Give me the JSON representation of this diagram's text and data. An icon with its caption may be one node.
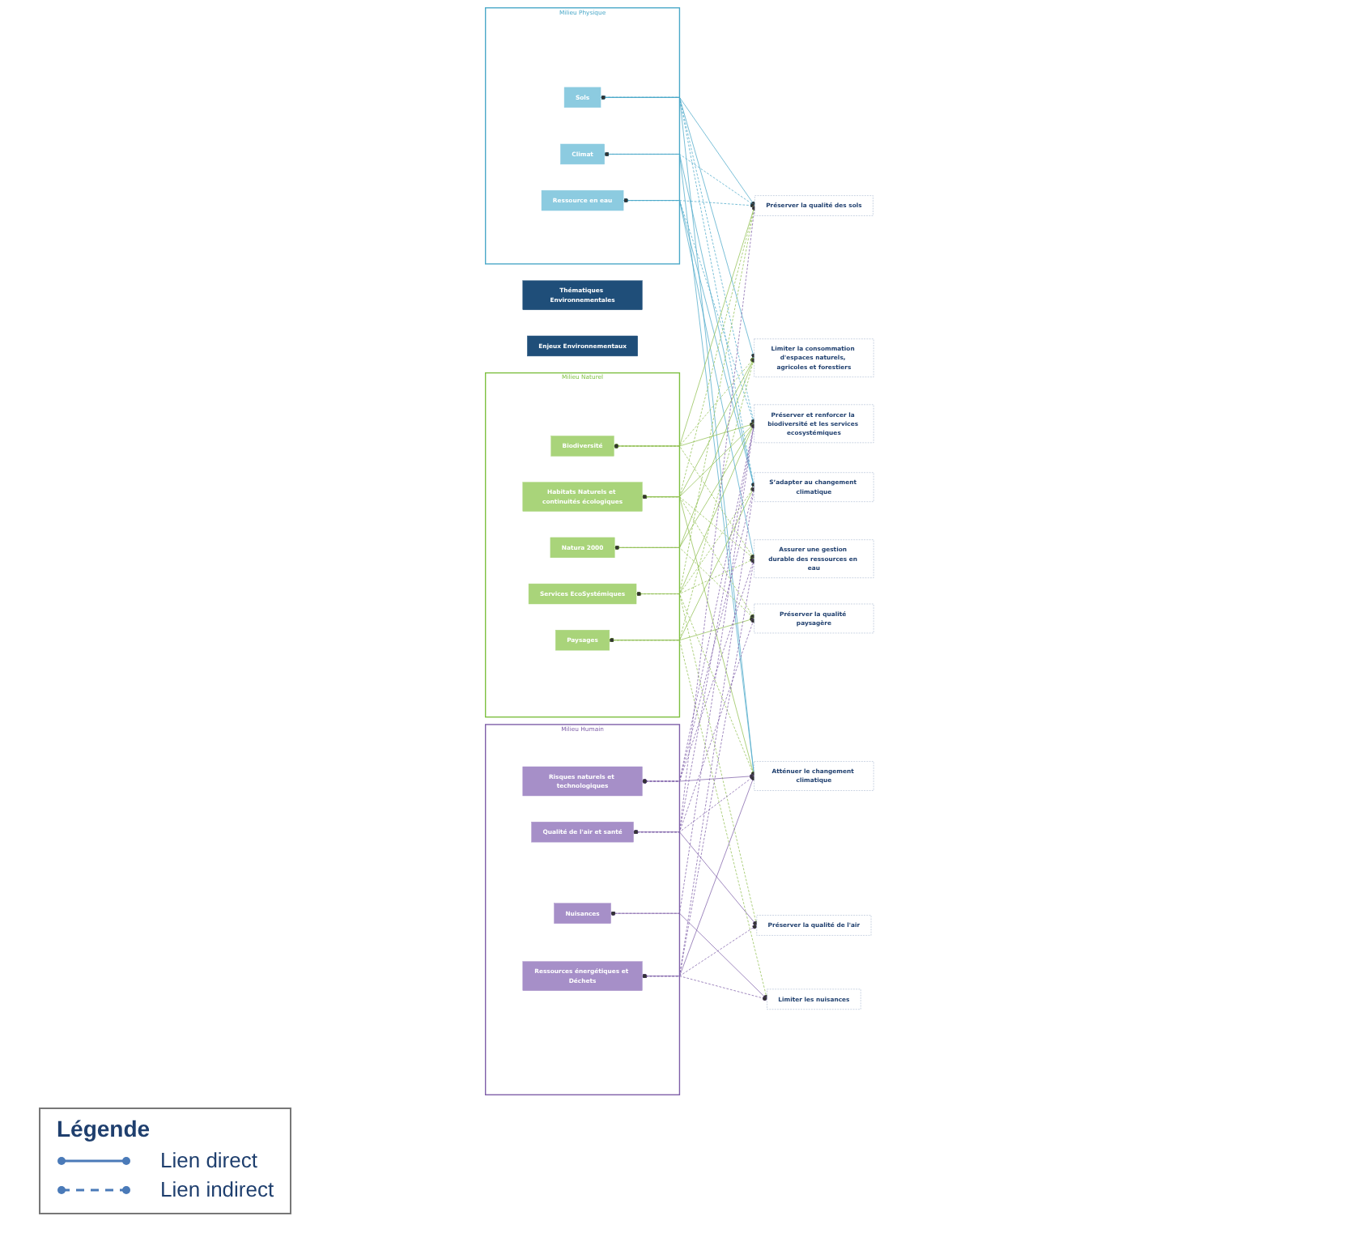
{
  "diagram": {
    "nodes": [
      {
        "text": [
          "Thématiques Environnementales"
        ]
      },
      {
        "text": [
          "Milieu Physique"
        ]
      },
      {
        "text": [
          "Climat"
        ],
        "in": 1
      },
      {
        "text": [
          "Sols"
        ],
        "in": 1
      },
      {
        "text": [
          "Ressource en eau"
        ],
        "in": 1
      },
      {
        "text": [
          "Milieu Naturel"
        ]
      },
      {
        "text": [
          "Habitats Naturels et continuités écologiques"
        ],
        "in": 5
      },
      {
        "text": [
          "Biodiversité"
        ],
        "in": 5
      },
      {
        "text": [
          "Natura 2000"
        ],
        "in": 5
      },
      {
        "text": [
          "Services EcoSystémiques"
        ],
        "in": 5
      },
      {
        "text": [
          "Paysages"
        ],
        "in": 5
      },
      {
        "text": [
          "Milieu Humain"
        ]
      },
      {
        "text": [
          "Risques naturels et technologiques"
        ],
        "in": 11
      },
      {
        "text": [
          "Qualité de l'air et santé"
        ],
        "in": 11
      },
      {
        "text": [
          "Nuisances"
        ],
        "in": 11
      },
      {
        "text": [
          "Ressources énergétiques et Déchets"
        ],
        "in": 11
      },
      {
        "text": [
          "Enjeux Environnementaux"
        ]
      },
      {
        "text": [
          "Atténuer le changement climatique"
        ]
      },
      {
        "text": [
          "S’adapter au changement climatique"
        ]
      },
      {
        "text": [
          "Préserver la qualité des sols"
        ]
      },
      {
        "text": [
          "Limiter la consommation d'espaces naturels, agricoles et forestiers"
        ]
      },
      {
        "text": [
          "Assurer une gestion durable des ressources en eau"
        ]
      },
      {
        "text": [
          "Préserver et renforcer la biodiversité et les services ecosystémiques"
        ]
      },
      {
        "text": [
          "Préserver la qualité paysagère"
        ]
      },
      {
        "text": [
          "Préserver la qualité de l'air"
        ]
      },
      {
        "text": [
          "Limiter les nuisances"
        ]
      }
    ],
    "edges": [
      {
        "from": 2,
        "to": 17,
        "arrow": "other",
        "color": "#4aa8c8"
      },
      {
        "from": 2,
        "to": 18,
        "arrow": "other",
        "color": "#4aa8c8"
      },
      {
        "from": 2,
        "to": 19,
        "arrow": "other",
        "style": "dashed",
        "color": "#4aa8c8"
      },
      {
        "from": 3,
        "to": 17,
        "arrow": "other",
        "color": "#4aa8c8"
      },
      {
        "from": 3,
        "to": 18,
        "arrow": "other",
        "style": "dashed",
        "color": "#4aa8c8"
      },
      {
        "from": 3,
        "to": 19,
        "arrow": "other",
        "color": "#4aa8c8"
      },
      {
        "from": 3,
        "to": 20,
        "arrow": "other",
        "color": "#4aa8c8"
      },
      {
        "from": 3,
        "to": 22,
        "arrow": "other",
        "style": "dashed",
        "color": "#4aa8c8"
      },
      {
        "from": 4,
        "to": 18,
        "arrow": "other",
        "color": "#4aa8c8"
      },
      {
        "from": 4,
        "to": 19,
        "arrow": "other",
        "style": "dashed",
        "color": "#4aa8c8"
      },
      {
        "from": 4,
        "to": 21,
        "arrow": "other",
        "color": "#4aa8c8"
      },
      {
        "from": 4,
        "to": 22,
        "arrow": "other",
        "style": "dashed",
        "color": "#4aa8c8"
      },
      {
        "from": 6,
        "to": 17,
        "arrow": "other"
      },
      {
        "from": 6,
        "to": 19,
        "arrow": "other",
        "style": "dashed"
      },
      {
        "from": 6,
        "to": 20,
        "arrow": "other"
      },
      {
        "from": 6,
        "to": 21,
        "arrow": "other",
        "style": "dashed"
      },
      {
        "from": 6,
        "to": 22,
        "arrow": "other"
      },
      {
        "from": 6,
        "to": 23,
        "arrow": "other",
        "style": "dashed"
      },
      {
        "from": 7,
        "to": 19,
        "arrow": "other"
      },
      {
        "from": 7,
        "to": 20,
        "arrow": "other",
        "style": "dashed"
      },
      {
        "from": 7,
        "to": 21,
        "arrow": "other",
        "style": "dashed"
      },
      {
        "from": 7,
        "to": 22,
        "arrow": "other"
      },
      {
        "from": 8,
        "to": 20,
        "arrow": "other"
      },
      {
        "from": 8,
        "to": 22,
        "arrow": "other"
      },
      {
        "from": 8,
        "to": 23,
        "arrow": "other",
        "style": "dashed"
      },
      {
        "from": 9,
        "to": 17,
        "arrow": "other",
        "style": "dashed"
      },
      {
        "from": 9,
        "to": 18,
        "arrow": "other",
        "style": "dashed"
      },
      {
        "from": 9,
        "to": 19,
        "arrow": "other",
        "style": "dashed"
      },
      {
        "from": 9,
        "to": 21,
        "arrow": "other",
        "style": "dashed"
      },
      {
        "from": 9,
        "to": 22,
        "arrow": "other"
      },
      {
        "from": 9,
        "to": 24,
        "arrow": "other",
        "style": "dashed"
      },
      {
        "from": 10,
        "to": 18,
        "arrow": "other"
      },
      {
        "from": 10,
        "to": 20,
        "arrow": "other",
        "style": "dashed"
      },
      {
        "from": 10,
        "to": 23,
        "arrow": "other"
      },
      {
        "from": 10,
        "to": 25,
        "arrow": "other",
        "style": "dashed"
      },
      {
        "from": 12,
        "to": 17,
        "arrow": "other",
        "color": "#7e5ea8"
      },
      {
        "from": 12,
        "to": 18,
        "arrow": "other",
        "style": "dashed",
        "color": "#7e5ea8"
      },
      {
        "from": 12,
        "to": 21,
        "arrow": "other",
        "style": "dashed",
        "color": "#7e5ea8"
      },
      {
        "from": 12,
        "to": 22,
        "arrow": "other",
        "style": "dashed",
        "color": "#7e5ea8"
      },
      {
        "from": 13,
        "to": 17,
        "arrow": "other",
        "style": "dashed",
        "color": "#7e5ea8"
      },
      {
        "from": 13,
        "to": 19,
        "arrow": "other",
        "style": "dashed",
        "color": "#7e5ea8"
      },
      {
        "from": 13,
        "to": 22,
        "arrow": "other",
        "style": "dashed",
        "color": "#7e5ea8"
      },
      {
        "from": 13,
        "to": 23,
        "arrow": "other",
        "style": "dashed",
        "color": "#7e5ea8"
      },
      {
        "from": 13,
        "to": 24,
        "arrow": "other",
        "color": "#7e5ea8"
      },
      {
        "from": 14,
        "to": 22,
        "arrow": "other",
        "style": "dashed",
        "color": "#7e5ea8"
      },
      {
        "from": 14,
        "to": 25,
        "arrow": "other",
        "color": "#7e5ea8"
      },
      {
        "from": 15,
        "to": 17,
        "arrow": "other",
        "color": "#7e5ea8"
      },
      {
        "from": 15,
        "to": 18,
        "arrow": "other",
        "style": "dashed",
        "color": "#7e5ea8"
      },
      {
        "from": 15,
        "to": 21,
        "arrow": "other",
        "style": "dashed",
        "color": "#7e5ea8"
      },
      {
        "from": 15,
        "to": 24,
        "arrow": "other",
        "style": "dashed",
        "color": "#7e5ea8"
      },
      {
        "from": 15,
        "to": 25,
        "arrow": "other",
        "style": "dashed",
        "color": "#7e5ea8"
      }
    ],
    "labels": [
      "Légende"
    ],
    "legend": [
      {
        "text": "Lien direct"
      },
      {
        "text": "Lien indirect"
      }
    ]
  }
}
